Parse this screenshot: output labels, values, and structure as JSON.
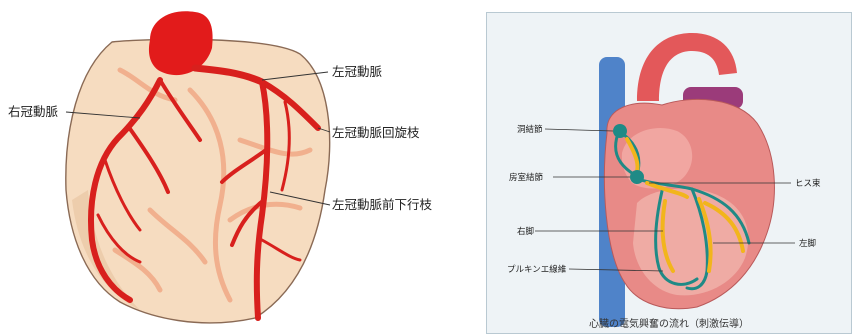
{
  "left_diagram": {
    "labels": {
      "left_coronary_artery": "左冠動脈",
      "right_coronary_artery": "右冠動脈",
      "circumflex_branch": "左冠動脈回旋枝",
      "anterior_descending_branch": "左冠動脈前下行枝"
    },
    "colors": {
      "heart": "#f6dcc0",
      "artery": "#d8201d",
      "vein": "#f1b08e",
      "outline": "#8a6a55"
    }
  },
  "right_diagram": {
    "labels": {
      "sa_node": "洞結節",
      "av_node": "房室結節",
      "his_bundle": "ヒス束",
      "right_bundle_branch": "右脚",
      "left_bundle_branch": "左脚",
      "purkinje_fibers": "プルキンエ線維"
    },
    "caption": "心臓の電気興奮の流れ（刺激伝導）",
    "colors": {
      "background": "#eef3f6",
      "heart": "#e88a87",
      "vessel_blue": "#4f83c9",
      "conduction": "#1f8a86",
      "arrow": "#f2b51c"
    }
  }
}
